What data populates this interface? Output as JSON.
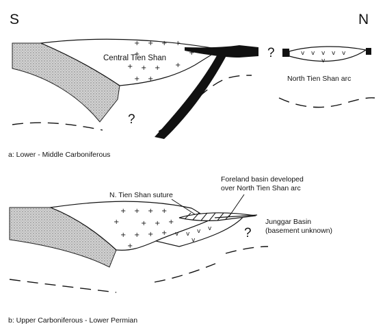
{
  "compass": {
    "south": "S",
    "north": "N"
  },
  "panel_a": {
    "caption": "a: Lower - Middle Carboniferous",
    "central_block_label": "Central Tien Shan",
    "arc_label": "North Tien Shan arc",
    "unknown_marks": [
      "?",
      "?"
    ]
  },
  "panel_b": {
    "caption": "b: Upper Carboniferous - Lower Permian",
    "suture_label": "N. Tien Shan suture",
    "foreland_label_line1": "Foreland basin developed",
    "foreland_label_line2": "over North Tien Shan arc",
    "basin_label_line1": "Junggar Basin",
    "basin_label_line2": "(basement unknown)",
    "unknown_mark": "?"
  },
  "colors": {
    "ink": "#111111",
    "stipple": "#c9c9c9",
    "paper": "#ffffff"
  }
}
